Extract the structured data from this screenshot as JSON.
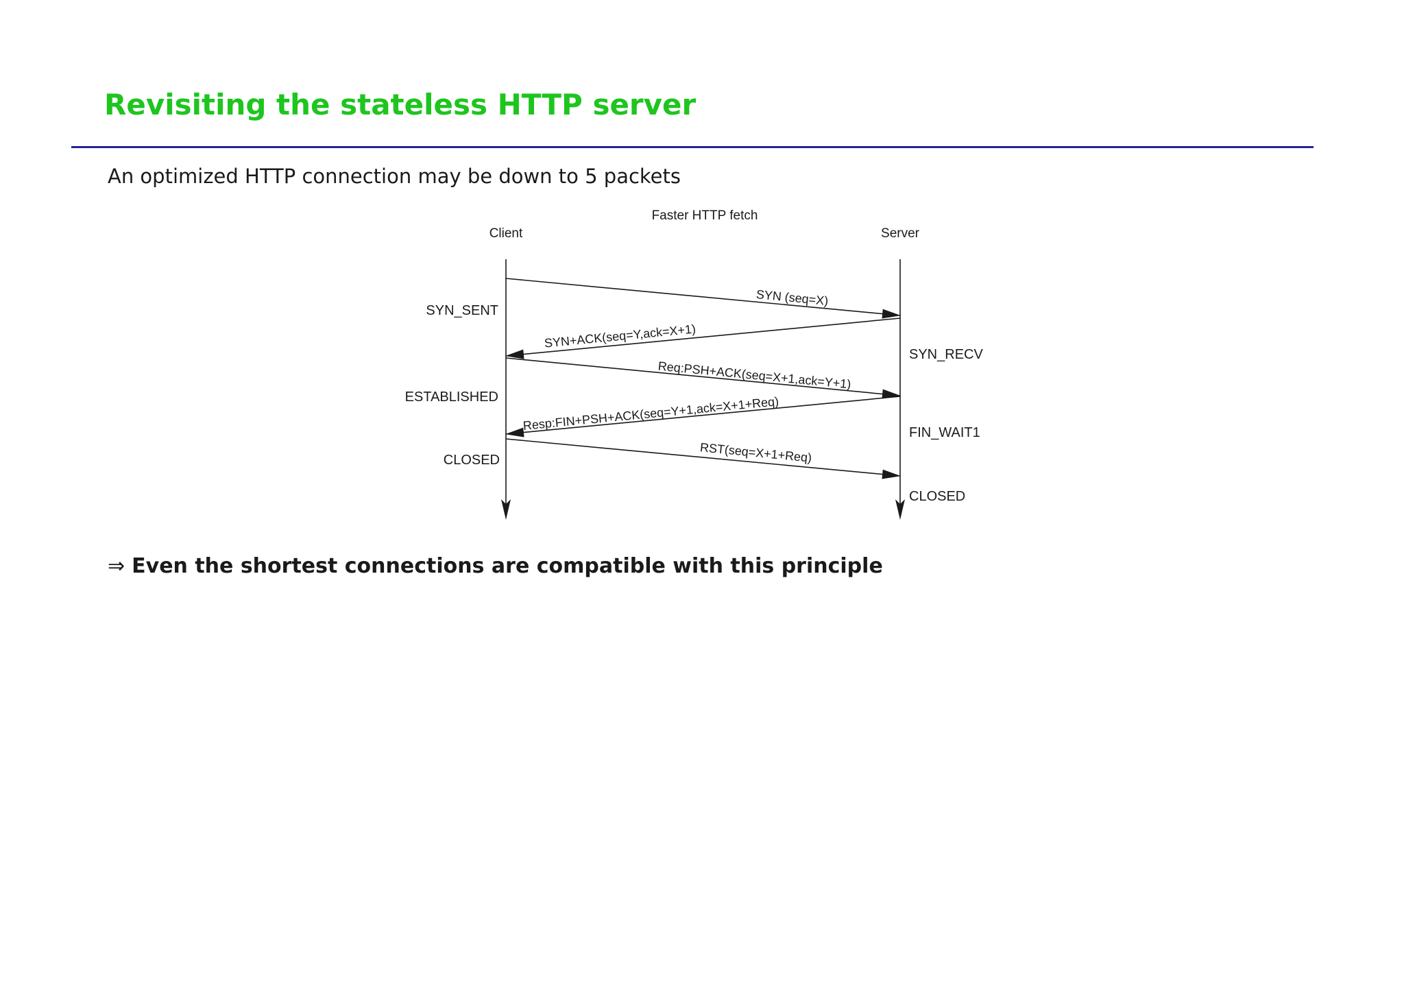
{
  "slide": {
    "title": "Revisiting the stateless HTTP server",
    "intro": "An optimized HTTP connection may be down to 5 packets",
    "conclusion": {
      "prefix": "⇒",
      "text": "Even the shortest connections are compatible with this principle"
    }
  },
  "colors": {
    "title_green": "#1ec51e",
    "rule_navy": "#232394",
    "ink": "#1a1a1a"
  },
  "diagram": {
    "title": "Faster HTTP fetch",
    "actors": {
      "client": "Client",
      "server": "Server"
    },
    "messages": [
      {
        "label": "SYN (seq=X)",
        "from": "client",
        "to": "server"
      },
      {
        "label": "SYN+ACK(seq=Y,ack=X+1)",
        "from": "server",
        "to": "client"
      },
      {
        "label": "Req:PSH+ACK(seq=X+1,ack=Y+1)",
        "from": "client",
        "to": "server"
      },
      {
        "label": "Resp:FIN+PSH+ACK(seq=Y+1,ack=X+1+Req)",
        "from": "server",
        "to": "client"
      },
      {
        "label": "RST(seq=X+1+Req)",
        "from": "client",
        "to": "server"
      }
    ],
    "client_states": [
      "SYN_SENT",
      "ESTABLISHED",
      "CLOSED"
    ],
    "server_states": [
      "SYN_RECV",
      "FIN_WAIT1",
      "CLOSED"
    ]
  }
}
